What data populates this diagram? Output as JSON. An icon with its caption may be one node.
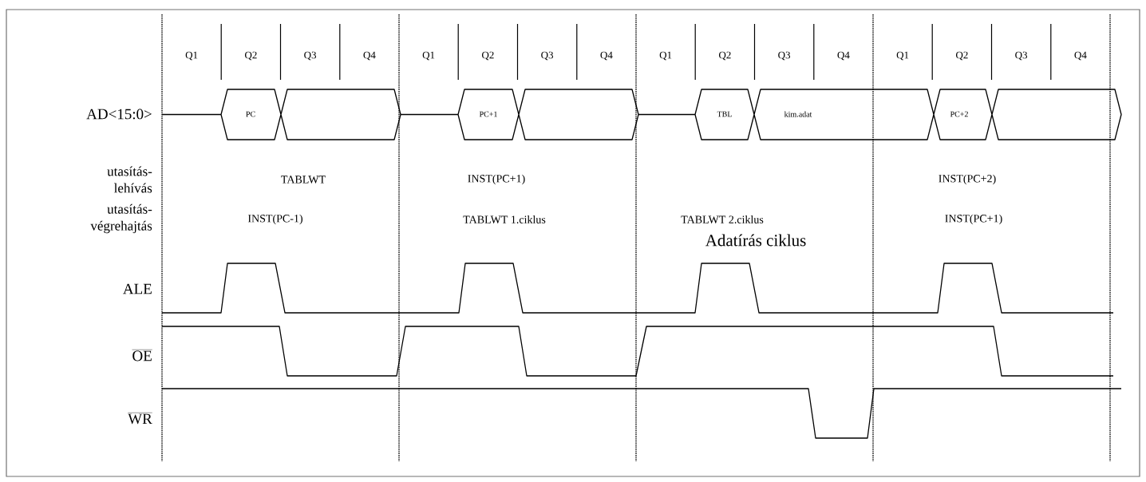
{
  "diagram": {
    "labels": [
      "Q1",
      "Q2",
      "Q3",
      "Q4",
      "Q1",
      "Q2",
      "Q3",
      "Q4",
      "Q1",
      "Q2",
      "Q3",
      "Q4",
      "Q1",
      "Q2",
      "Q3",
      "Q4",
      "AD<15:0>",
      "PC",
      "PC+1",
      "TBL",
      "kim.adat",
      "PC+2",
      "utasítás- lehívás",
      "TABLWT",
      "INST(PC+1)",
      "INST(PC+2)",
      "utasítás- végrehajtás",
      "INST(PC-1)",
      "TABLWT 1.ciklus",
      "TABLWT 2.ciklus",
      "INST(PC+1)",
      "Adatírás ciklus",
      "ALE",
      "OE",
      "WR"
    ]
  }
}
